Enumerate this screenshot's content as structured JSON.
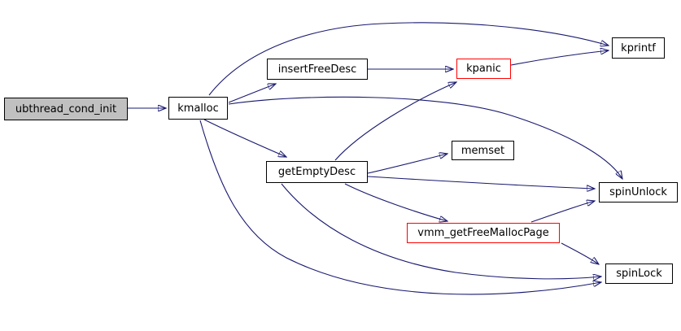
{
  "diagram": {
    "kind": "function-call-graph",
    "background": "#ffffff",
    "edge_color": "#191970",
    "node_border_color": "#000000",
    "highlight_border_color": "#ff0000",
    "root_fill": "#c0c0c0",
    "node_fill": "#ffffff"
  },
  "nodes": {
    "ubthread_cond_init": {
      "label": "ubthread_cond_init",
      "type": "root"
    },
    "kmalloc": {
      "label": "kmalloc",
      "type": "normal"
    },
    "insertFreeDesc": {
      "label": "insertFreeDesc",
      "type": "normal"
    },
    "kpanic": {
      "label": "kpanic",
      "type": "highlight"
    },
    "kprintf": {
      "label": "kprintf",
      "type": "normal"
    },
    "memset": {
      "label": "memset",
      "type": "normal"
    },
    "getEmptyDesc": {
      "label": "getEmptyDesc",
      "type": "normal"
    },
    "spinUnlock": {
      "label": "spinUnlock",
      "type": "normal"
    },
    "vmm_getFreeMallocPage": {
      "label": "vmm_getFreeMallocPage",
      "type": "highlight"
    },
    "spinLock": {
      "label": "spinLock",
      "type": "normal"
    }
  },
  "edges": [
    {
      "from": "ubthread_cond_init",
      "to": "kmalloc"
    },
    {
      "from": "kmalloc",
      "to": "kprintf"
    },
    {
      "from": "kmalloc",
      "to": "insertFreeDesc"
    },
    {
      "from": "kmalloc",
      "to": "getEmptyDesc"
    },
    {
      "from": "kmalloc",
      "to": "spinUnlock"
    },
    {
      "from": "kmalloc",
      "to": "spinLock"
    },
    {
      "from": "insertFreeDesc",
      "to": "kpanic"
    },
    {
      "from": "kpanic",
      "to": "kprintf"
    },
    {
      "from": "getEmptyDesc",
      "to": "kpanic"
    },
    {
      "from": "getEmptyDesc",
      "to": "memset"
    },
    {
      "from": "getEmptyDesc",
      "to": "spinUnlock"
    },
    {
      "from": "getEmptyDesc",
      "to": "vmm_getFreeMallocPage"
    },
    {
      "from": "getEmptyDesc",
      "to": "spinLock"
    },
    {
      "from": "vmm_getFreeMallocPage",
      "to": "spinUnlock"
    },
    {
      "from": "vmm_getFreeMallocPage",
      "to": "spinLock"
    }
  ]
}
